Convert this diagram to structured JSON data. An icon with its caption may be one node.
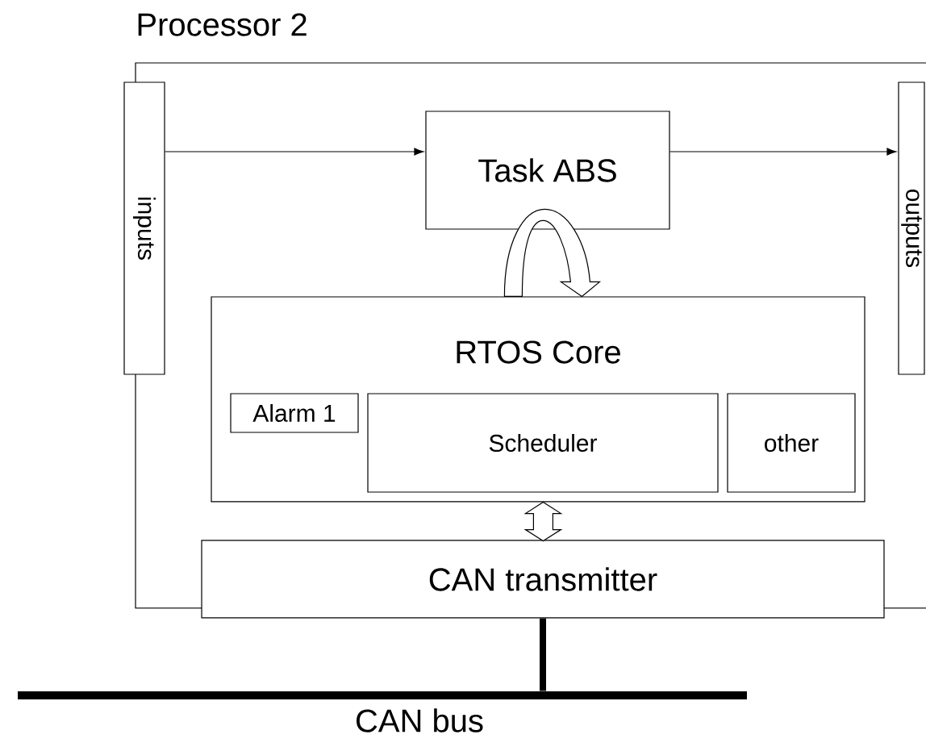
{
  "diagram": {
    "nodes": [
      {
        "text": [
          "Processor 2"
        ]
      },
      {
        "text": [
          "inputs"
        ]
      },
      {
        "text": [
          "Task ABS"
        ],
        "in": 0
      },
      {
        "text": [
          "outputs"
        ],
        "in": 0
      },
      {
        "text": [
          "RTOS Core"
        ],
        "in": 0
      },
      {
        "text": [
          "Alarm 1"
        ],
        "in": 4
      },
      {
        "text": [
          "Scheduler"
        ],
        "in": 4
      },
      {
        "text": [
          "other"
        ],
        "in": 4
      },
      {
        "text": [
          "CAN transmitter"
        ]
      },
      {
        "text": [
          "CAN bus"
        ]
      }
    ],
    "edges": [
      {
        "from": 1,
        "to": 2,
        "arrow": "to"
      },
      {
        "from": 2,
        "to": 3,
        "arrow": "to"
      },
      {
        "from": 2,
        "to": 4,
        "arrow": "to"
      },
      {
        "from": 4,
        "to": 8,
        "arrow": "both"
      },
      {
        "from": 8,
        "to": 9,
        "arrow": "none",
        "style": "thick"
      }
    ]
  }
}
